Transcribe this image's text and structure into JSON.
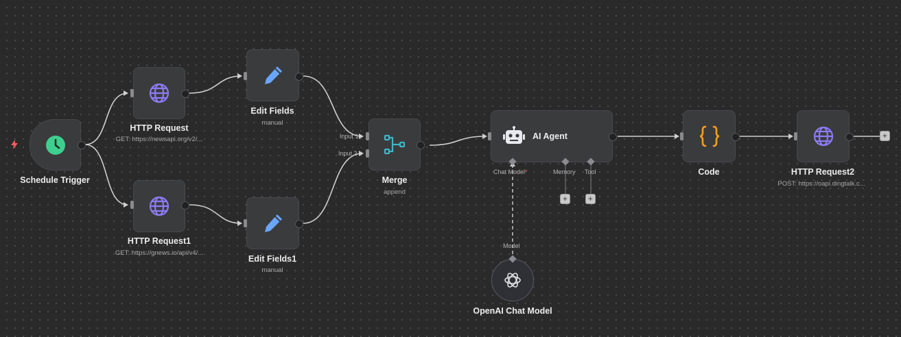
{
  "canvas": {
    "background": "#2a2a2b",
    "wire_color": "#cfcfcf"
  },
  "nodes": {
    "schedule_trigger": {
      "label": "Schedule Trigger",
      "icon": "clock-icon",
      "accent": "#3ecf8e"
    },
    "http_request": {
      "label": "HTTP Request",
      "sub": "GET: https://newsapi.org/v2/...",
      "icon": "globe-icon"
    },
    "http_request1": {
      "label": "HTTP Request1",
      "sub": "GET: https://gnews.io/api/v4/...",
      "icon": "globe-icon"
    },
    "edit_fields": {
      "label": "Edit Fields",
      "sub": "manual",
      "icon": "pencil-icon"
    },
    "edit_fields1": {
      "label": "Edit Fields1",
      "sub": "manual",
      "icon": "pencil-icon"
    },
    "merge": {
      "label": "Merge",
      "sub": "append",
      "input1": "Input 1",
      "input2": "Input 2",
      "icon": "merge-icon"
    },
    "ai_agent": {
      "label": "AI Agent",
      "chat_model": "Chat Model",
      "required_mark": "*",
      "memory": "Memory",
      "tool": "Tool",
      "icon": "robot-icon"
    },
    "code": {
      "label": "Code",
      "icon": "braces-icon"
    },
    "http_request2": {
      "label": "HTTP Request2",
      "sub": "POST: https://oapi.dingtalk.c...",
      "icon": "globe-icon"
    },
    "openai_chat_model": {
      "label": "OpenAI Chat Model",
      "connector": "Model",
      "icon": "openai-icon"
    }
  },
  "colors": {
    "globe": "#8b7cf6",
    "pencil": "#6aa6ff",
    "merge": "#3fb6c8",
    "braces": "#ff9b26",
    "trigger_bolt": "#ff5a5a"
  }
}
